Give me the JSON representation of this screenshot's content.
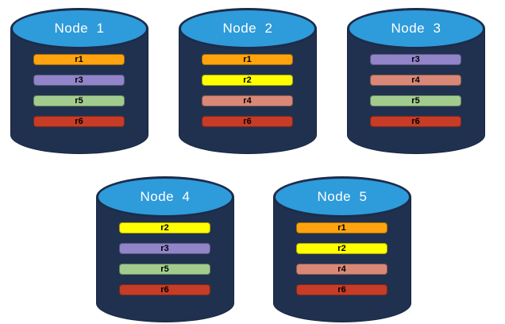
{
  "diagram": {
    "background_color": "#ffffff",
    "node_body_color": "#203150",
    "node_top_color": "#2E9BDB",
    "node_top_border_color": "#1C2C4A",
    "replica_colors": {
      "r1": "#FFA40E",
      "r2": "#FFFF00",
      "r3": "#9184C8",
      "r4": "#D98877",
      "r5": "#A2CC8E",
      "r6": "#C63C26"
    },
    "nodes": [
      {
        "title": "Node  1",
        "replicas": [
          {
            "label": "r1",
            "color": "#FFA40E"
          },
          {
            "label": "r3",
            "color": "#9184C8"
          },
          {
            "label": "r5",
            "color": "#A2CC8E"
          },
          {
            "label": "r6",
            "color": "#C63C26"
          }
        ]
      },
      {
        "title": "Node  2",
        "replicas": [
          {
            "label": "r1",
            "color": "#FFA40E"
          },
          {
            "label": "r2",
            "color": "#FFFF00"
          },
          {
            "label": "r4",
            "color": "#D98877"
          },
          {
            "label": "r6",
            "color": "#C63C26"
          }
        ]
      },
      {
        "title": "Node  3",
        "replicas": [
          {
            "label": "r3",
            "color": "#9184C8"
          },
          {
            "label": "r4",
            "color": "#D98877"
          },
          {
            "label": "r5",
            "color": "#A2CC8E"
          },
          {
            "label": "r6",
            "color": "#C63C26"
          }
        ]
      },
      {
        "title": "Node  4",
        "replicas": [
          {
            "label": "r2",
            "color": "#FFFF00"
          },
          {
            "label": "r3",
            "color": "#9184C8"
          },
          {
            "label": "r5",
            "color": "#A2CC8E"
          },
          {
            "label": "r6",
            "color": "#C63C26"
          }
        ]
      },
      {
        "title": "Node  5",
        "replicas": [
          {
            "label": "r1",
            "color": "#FFA40E"
          },
          {
            "label": "r2",
            "color": "#FFFF00"
          },
          {
            "label": "r4",
            "color": "#D98877"
          },
          {
            "label": "r6",
            "color": "#C63C26"
          }
        ]
      }
    ]
  }
}
